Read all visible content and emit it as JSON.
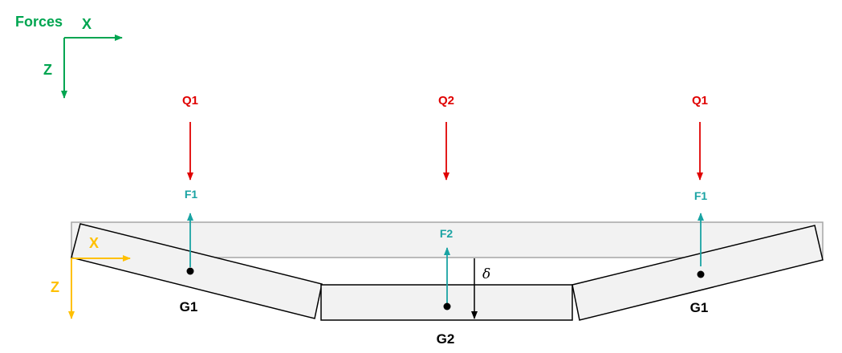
{
  "global_axes": {
    "title": "Forces",
    "x": "X",
    "z": "Z",
    "color": "#00a550"
  },
  "local_axes": {
    "x": "X",
    "z": "Z",
    "color": "#ffc000"
  },
  "loads": [
    {
      "label": "Q1",
      "color": "#e00000"
    },
    {
      "label": "Q2",
      "color": "#e00000"
    },
    {
      "label": "Q1",
      "color": "#e00000"
    }
  ],
  "reactions": [
    {
      "label": "F1",
      "color": "#1aa3a3"
    },
    {
      "label": "F2",
      "color": "#1aa3a3"
    },
    {
      "label": "F1",
      "color": "#1aa3a3"
    }
  ],
  "bodies": [
    {
      "label": "G1"
    },
    {
      "label": "G2"
    },
    {
      "label": "G1"
    }
  ],
  "deflection": {
    "symbol": "δ"
  },
  "colors": {
    "outline": "#000000",
    "reference_fill": "#f2f2f2",
    "reference_stroke": "#a6a6a6"
  }
}
